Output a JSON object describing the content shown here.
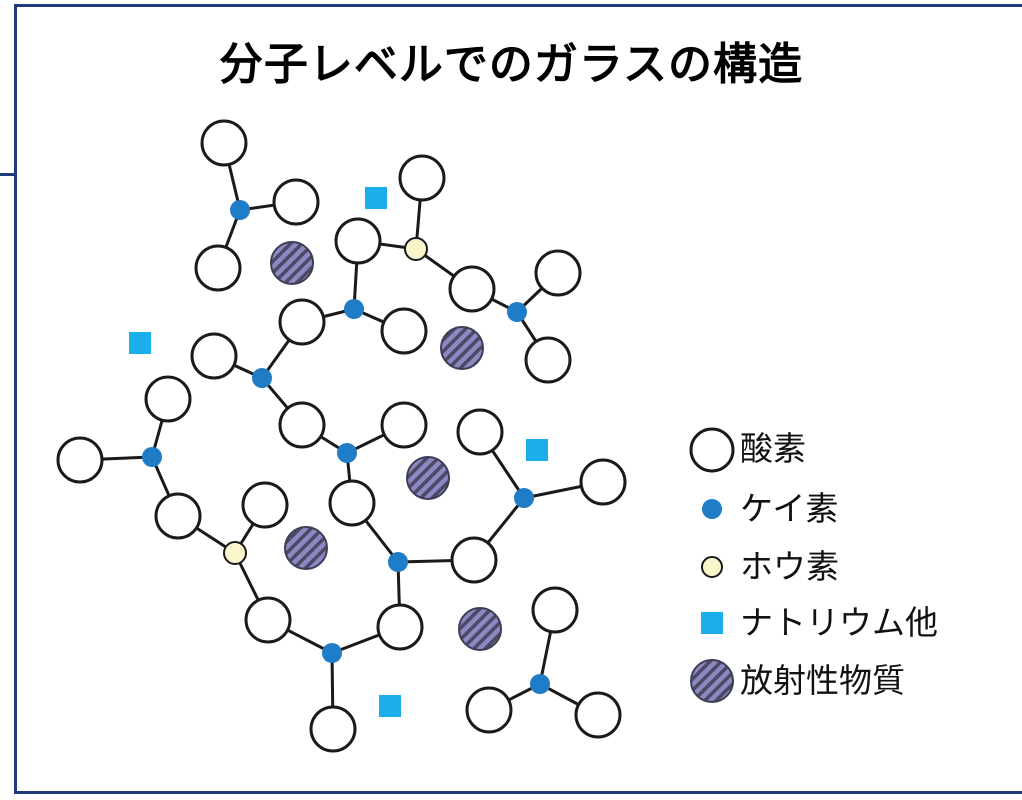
{
  "title": "分子レベルでのガラスの構造",
  "colors": {
    "frame": "#1f3c7a",
    "oxygen_fill": "#ffffff",
    "oxygen_stroke": "#1a1a1a",
    "silicon": "#1f7cc7",
    "boron_fill": "#fbf5cc",
    "sodium": "#1aaeea",
    "radioactive_fill": "#8d88c2",
    "radioactive_hatch": "#4a4a66"
  },
  "legend": [
    {
      "symbol": "oxygen",
      "label": "酸素"
    },
    {
      "symbol": "silicon",
      "label": "ケイ素"
    },
    {
      "symbol": "boron",
      "label": "ホウ素"
    },
    {
      "symbol": "sodium",
      "label": "ナトリウム他"
    },
    {
      "symbol": "radioactive",
      "label": "放射性物質"
    }
  ]
}
